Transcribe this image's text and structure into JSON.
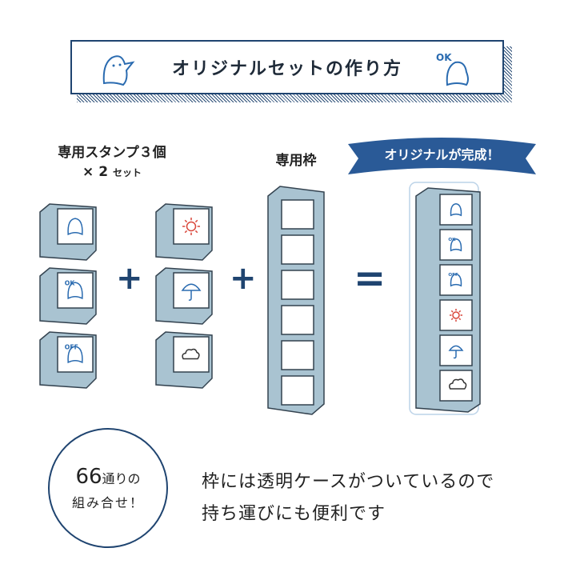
{
  "title": "オリジナルセットの作り方",
  "stamps_label": {
    "line1": "専用スタンプ３個",
    "line2_num": "× 2",
    "line2_unit": "セット"
  },
  "frame_label": "専用枠",
  "banner": "オリジナルが完成！",
  "operators": {
    "plus": "+",
    "equals": "="
  },
  "stamp_set_1": [
    "ghost-icon",
    "ghost-ok-icon",
    "ghost-off-icon"
  ],
  "stamp_set_2": [
    "sun-icon",
    "umbrella-icon",
    "cloud-icon"
  ],
  "badge": {
    "num": "66",
    "line1_suffix": "通りの",
    "line2": "組み合せ！"
  },
  "description": [
    "枠には透明ケースがついているので",
    "持ち運びにも便利です"
  ],
  "colors": {
    "navy": "#1f4470",
    "stamp_body": "#a9c3d1",
    "banner": "#2a5a97",
    "sun": "#d9463a"
  }
}
